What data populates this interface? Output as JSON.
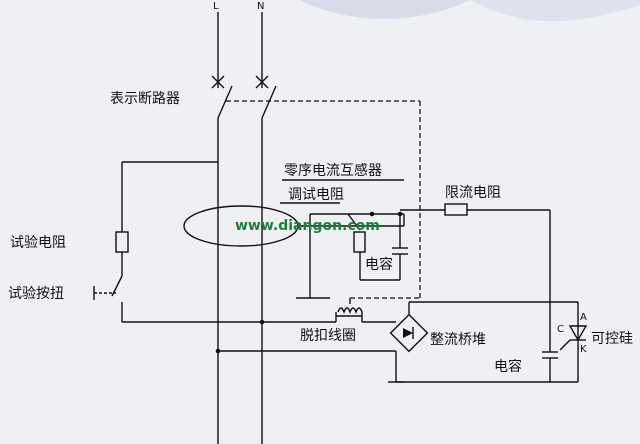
{
  "labels": {
    "L": "L",
    "N": "N",
    "breaker": "表示断路器",
    "zct": "零序电流互感器",
    "adjust_res": "调试电阻",
    "cap1": "电容",
    "limit_res": "限流电阻",
    "test_res": "试验电阻",
    "test_btn": "试验按扭",
    "trip_coil": "脱扣线圈",
    "rectifier": "整流桥堆",
    "cap2": "电容",
    "scr": "可控硅",
    "A": "A",
    "C": "C",
    "K": "K"
  },
  "watermark": "www.diangon.com",
  "colors": {
    "line": "#111111",
    "watermark": "#1b7f3b",
    "background": "#eef0f4"
  }
}
